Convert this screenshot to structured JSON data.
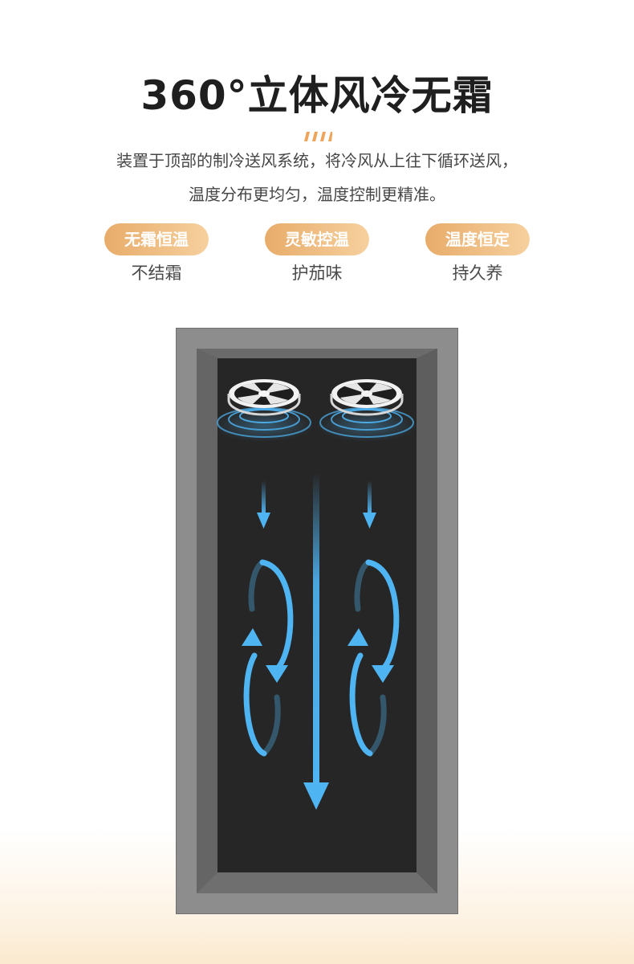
{
  "title": "360°立体风冷无霜",
  "description": {
    "line1": "装置于顶部的制冷送风系统，将冷风从上往下循环送风，",
    "line2": "温度分布更均匀，温度控制更精准。"
  },
  "features": [
    {
      "label": "无霜恒温",
      "sub": "不结霜"
    },
    {
      "label": "灵敏控温",
      "sub": "护茄味"
    },
    {
      "label": "温度恒定",
      "sub": "持久养"
    }
  ],
  "colors": {
    "accent_orange": "#e8ac6a",
    "airflow_blue": "#4fb4f2",
    "cabinet_frame": "#8d8d8d",
    "cabinet_interior": "#262626"
  }
}
